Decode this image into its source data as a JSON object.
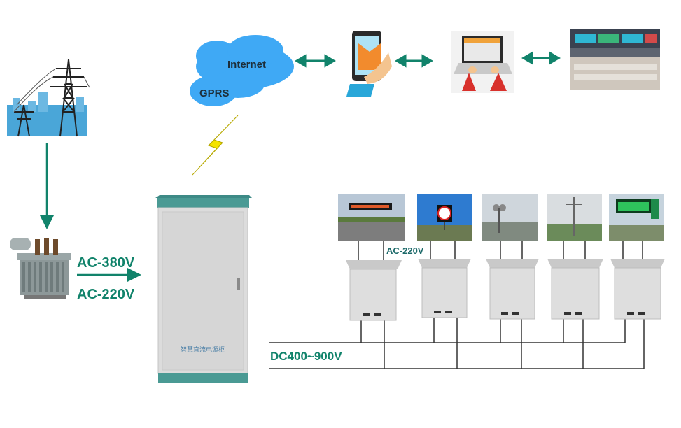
{
  "cloud": {
    "internet": "Internet",
    "gprs": "GPRS"
  },
  "labels": {
    "ac380": "AC-380V",
    "ac220": "AC-220V",
    "ac220_small": "AC-220V",
    "dc": "DC400~900V",
    "cabinet": "智慧直流电源柜"
  },
  "colors": {
    "arrow": "#11836b",
    "cloud": "#3fa9f5",
    "cabinet_top": "#4a9a94",
    "lightning": "#f4e300"
  },
  "icons": [
    "power-tower-icon",
    "transformer-icon",
    "smartphone-icon",
    "laptop-icon",
    "control-room-photo",
    "lightning-icon"
  ],
  "devices": [
    {
      "name": "led-sign-gantry"
    },
    {
      "name": "speed-limit-sign"
    },
    {
      "name": "camera-pole"
    },
    {
      "name": "weather-station"
    },
    {
      "name": "green-message-sign"
    }
  ]
}
